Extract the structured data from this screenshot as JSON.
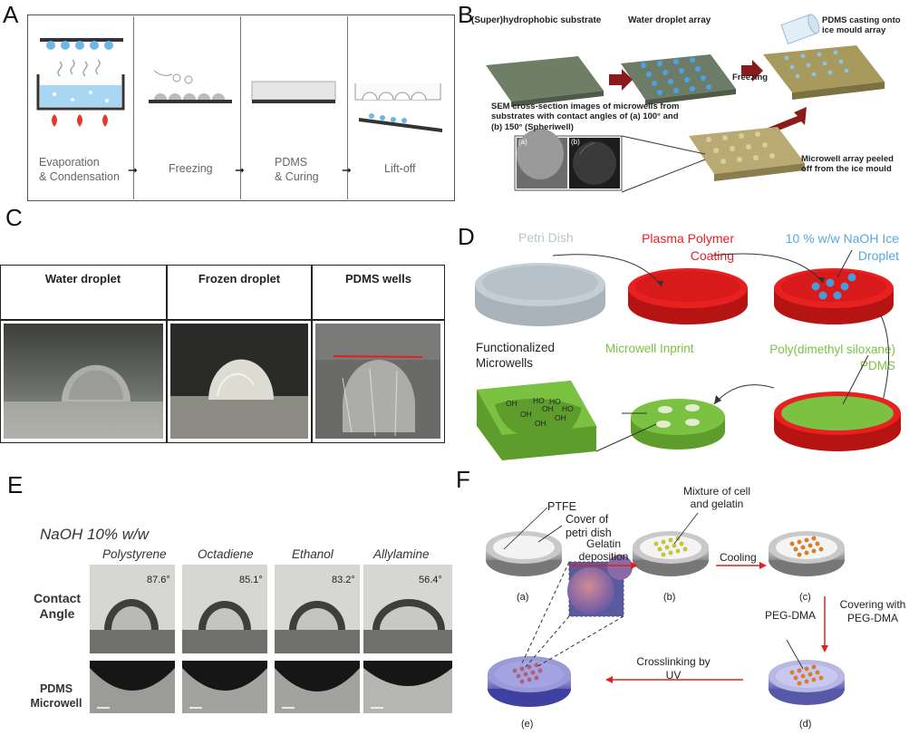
{
  "panels": {
    "a": {
      "letter": "A",
      "steps": [
        "Evaporation\n& Condensation",
        "Freezing",
        "PDMS\n& Curing",
        "Lift-off"
      ],
      "arrow": "➞"
    },
    "b": {
      "letter": "B",
      "labels": {
        "substrate": "(Super)hydrophobic substrate",
        "droplets": "Water droplet array",
        "casting": "PDMS casting onto ice mould array",
        "freezing": "Freezing",
        "sem": "SEM cross-section images of microwells from substrates with contact angles of (a) 100° and (b) 150° (Spheriwell)",
        "peeled": "Microwell array peeled off from the ice mould",
        "sem_a": "(a)",
        "sem_b": "(b)"
      }
    },
    "c": {
      "letter": "C",
      "headers": [
        "Water droplet",
        "Frozen droplet",
        "PDMS wells"
      ]
    },
    "d": {
      "letter": "D",
      "labels": {
        "petri": "Petri Dish",
        "plasma": "Plasma Polymer Coating",
        "naoh": "10 % w/w NaOH Ice Droplet",
        "functionalized": "Functionalized Microwells",
        "inprint": "Microwell Inprint",
        "pdms": "Poly(dimethyl siloxane) PDMS",
        "oh": "OH",
        "ho": "HO"
      },
      "colors": {
        "gray": "#b9c4cc",
        "red": "#e8201f",
        "green": "#7cc242",
        "blue": "#58a7e0"
      }
    },
    "e": {
      "letter": "E",
      "title": "NaOH 10% w/w",
      "columns": [
        "Polystyrene",
        "Octadiene",
        "Ethanol",
        "Allylamine"
      ],
      "angles": [
        "87.6°",
        "85.1°",
        "83.2°",
        "56.4°"
      ],
      "row1": "Contact Angle",
      "row2": "PDMS Microwell"
    },
    "f": {
      "letter": "F",
      "labels": {
        "ptfe": "PTFE",
        "cover": "Cover of petri dish",
        "mixture": "Mixture of cell and gelatin",
        "gelatin": "Gelatin deposition",
        "cooling": "Cooling",
        "covering": "Covering with PEG-DMA",
        "pegdma": "PEG-DMA",
        "crosslink": "Crosslinking by UV"
      },
      "steps": [
        "(a)",
        "(b)",
        "(c)",
        "(d)",
        "(e)"
      ]
    }
  }
}
